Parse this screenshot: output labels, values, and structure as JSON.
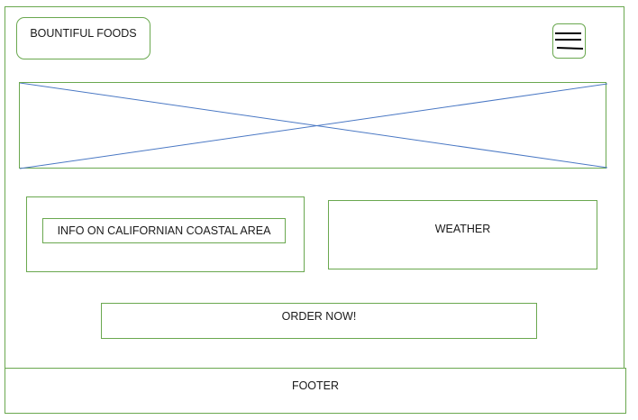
{
  "header": {
    "logo_text": "BOUNTIFUL FOODS",
    "menu_icon": "hamburger-menu-icon"
  },
  "hero": {
    "placeholder_icon": "image-placeholder-icon"
  },
  "info": {
    "label": "INFO ON CALIFORNIAN COASTAL AREA"
  },
  "weather": {
    "label": "WEATHER"
  },
  "cta": {
    "order_label": "ORDER NOW!"
  },
  "footer": {
    "label": "FOOTER"
  },
  "colors": {
    "border": "#6aa84f",
    "placeholder_line": "#4a78c4",
    "text": "#1a1a1a"
  }
}
